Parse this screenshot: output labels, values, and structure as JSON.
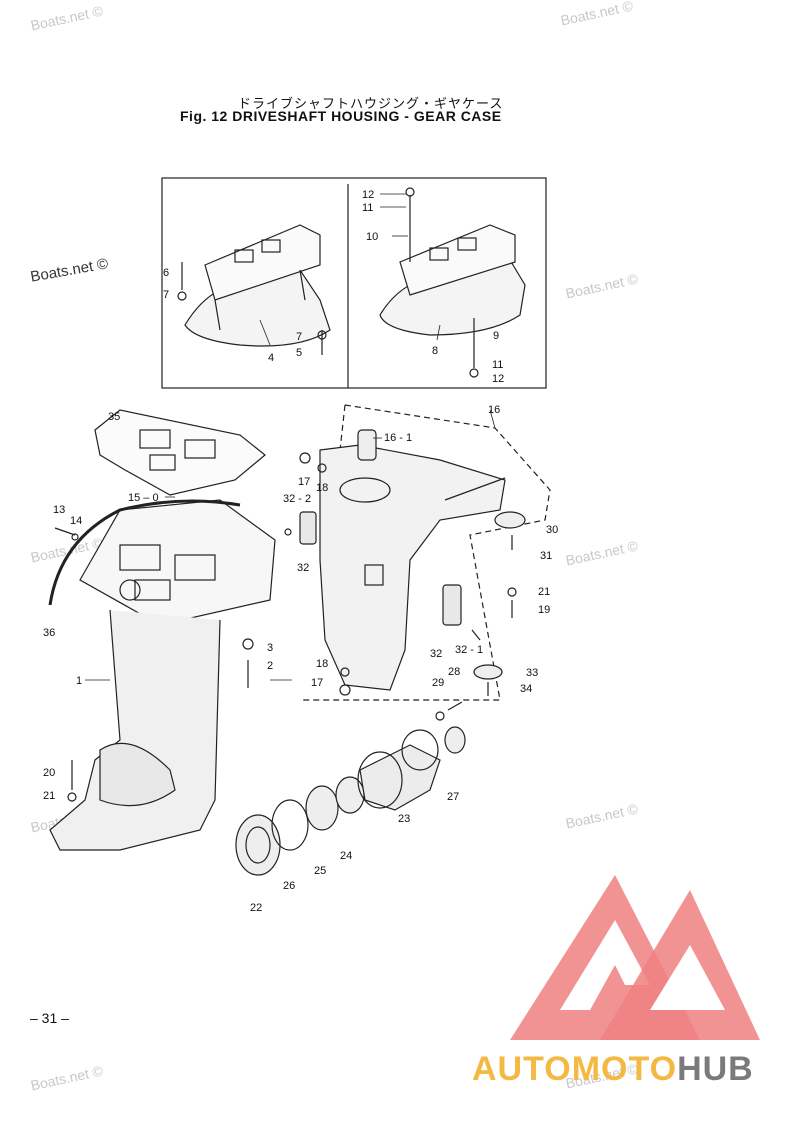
{
  "title": {
    "japanese": "ドライブシャフトハウジング・ギヤケース",
    "english": "Fig. 12   DRIVESHAFT HOUSING - GEAR CASE"
  },
  "page_number": "– 31 –",
  "watermark": "Boats.net ©",
  "brand": {
    "part1": "AUTOMOTO",
    "part2": "HUB"
  },
  "colors": {
    "logo": "#f08080",
    "brand_orange": "#f4b942",
    "brand_gray": "#7a7a7a"
  },
  "callouts": {
    "c1": "1",
    "c2": "2",
    "c3": "3",
    "c4": "4",
    "c5": "5",
    "c6": "6",
    "c7a": "7",
    "c7b": "7",
    "c8": "8",
    "c9": "9",
    "c10": "10",
    "c11a": "11",
    "c11b": "11",
    "c12a": "12",
    "c12b": "12",
    "c13": "13",
    "c14": "14",
    "c15": "15 – 0",
    "c16": "16",
    "c16_1": "16 - 1",
    "c17a": "17",
    "c17b": "17",
    "c18a": "18",
    "c18b": "18",
    "c19": "19",
    "c20": "20",
    "c21a": "21",
    "c21b": "21",
    "c22": "22",
    "c23": "23",
    "c24": "24",
    "c25": "25",
    "c26": "26",
    "c27": "27",
    "c28": "28",
    "c29": "29",
    "c30": "30",
    "c31": "31",
    "c32a": "32",
    "c32b": "32",
    "c32_1": "32 - 1",
    "c32_2": "32 - 2",
    "c33": "33",
    "c34": "34",
    "c35": "35",
    "c36": "36"
  }
}
